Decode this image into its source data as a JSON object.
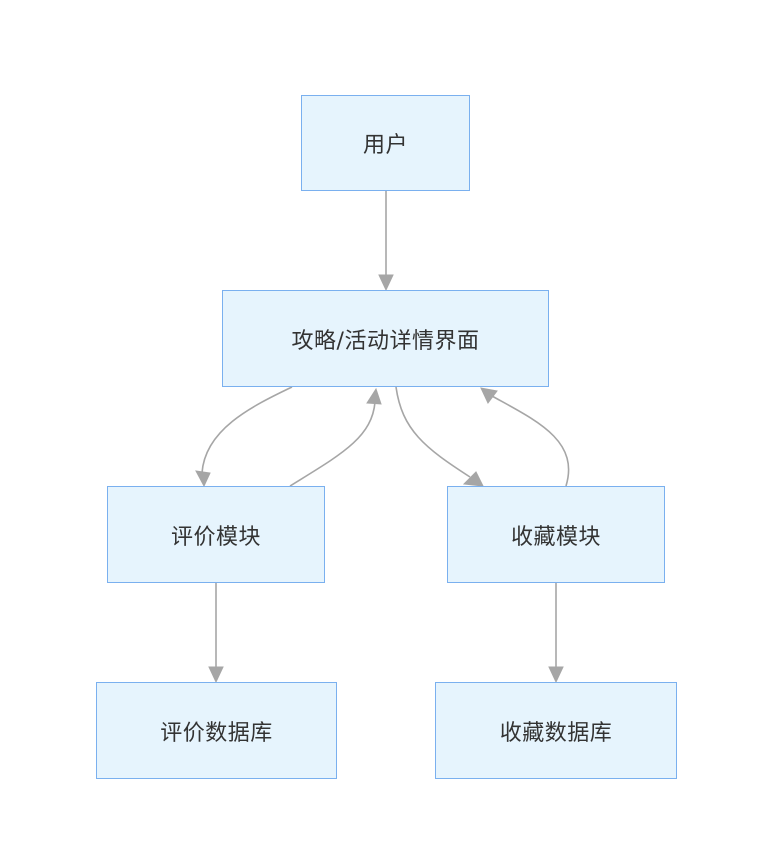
{
  "diagram": {
    "type": "flowchart",
    "colors": {
      "node_fill": "#e6f4fd",
      "node_border": "#7ab0ef",
      "edge": "#a6a6a6",
      "text": "#333333"
    },
    "nodes": {
      "user": {
        "label": "用户"
      },
      "detail": {
        "label": "攻略/活动详情界面"
      },
      "review": {
        "label": "评价模块"
      },
      "fav": {
        "label": "收藏模块"
      },
      "review_db": {
        "label": "评价数据库"
      },
      "fav_db": {
        "label": "收藏数据库"
      }
    },
    "edges": [
      {
        "from": "用户",
        "to": "攻略/活动详情界面"
      },
      {
        "from": "攻略/活动详情界面",
        "to": "评价模块"
      },
      {
        "from": "评价模块",
        "to": "攻略/活动详情界面"
      },
      {
        "from": "攻略/活动详情界面",
        "to": "收藏模块"
      },
      {
        "from": "收藏模块",
        "to": "攻略/活动详情界面"
      },
      {
        "from": "评价模块",
        "to": "评价数据库"
      },
      {
        "from": "收藏模块",
        "to": "收藏数据库"
      }
    ]
  }
}
